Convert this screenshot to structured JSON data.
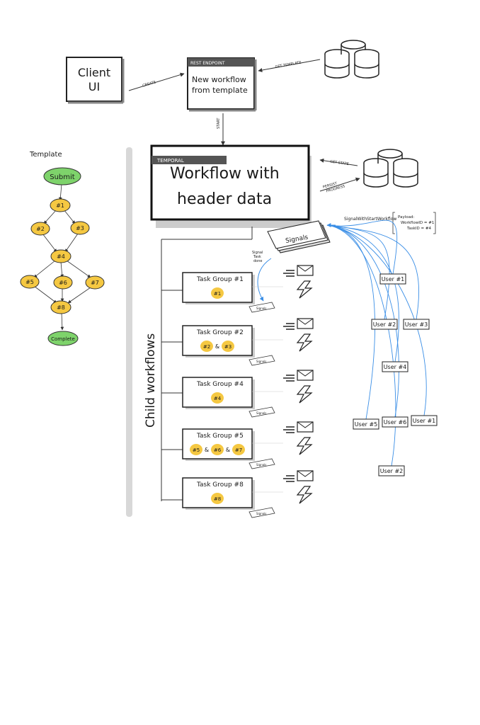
{
  "client_ui": "Client\nUI",
  "create_label": "CREATE",
  "rest_endpoint": {
    "tag": "REST ENDPOINT",
    "title": "New workflow\nfrom template"
  },
  "get_template_label": "GET TEMPLATE",
  "start_label": "START",
  "template": {
    "title": "Template",
    "submit": "Submit",
    "nodes": [
      "#1",
      "#2",
      "#3",
      "#4",
      "#5",
      "#6",
      "#7",
      "#8"
    ],
    "complete": "Complete"
  },
  "temporal": {
    "tag": "TEMPORAL",
    "title": "Workflow with\nheader data"
  },
  "get_state_label": "GET STATE",
  "persist_progress_label": "PERSIST\nPROGRESS",
  "signals_label": "Signals",
  "signal_payload": {
    "method": "SignalWithStartWorkflow",
    "payload": "Payload:",
    "workflow_id": "WorkflowID = #1",
    "task_id": "TaskID = #4"
  },
  "signal_task_done": "Signal\nTask\ndone",
  "child_workflows_label": "Child workflows",
  "task_groups": [
    {
      "title": "Task Group #1",
      "tasks": [
        "#1"
      ],
      "separator": ""
    },
    {
      "title": "Task Group #2",
      "tasks": [
        "#2",
        "#3"
      ],
      "separator": "&"
    },
    {
      "title": "Task Group #4",
      "tasks": [
        "#4"
      ],
      "separator": ""
    },
    {
      "title": "Task Group #5",
      "tasks": [
        "#5",
        "#6",
        "#7"
      ],
      "separator": "&"
    },
    {
      "title": "Task Group #8",
      "tasks": [
        "#8"
      ],
      "separator": ""
    }
  ],
  "signal_card_label": "Signals",
  "users": [
    "User #1",
    "User #2",
    "User #3",
    "User #4",
    "User #5",
    "User #6",
    "User #1",
    "User #2"
  ],
  "colors": {
    "task_fill": "#f5c842",
    "submit_fill": "#7ed36b",
    "blue": "#3a8ee6",
    "gray_tag": "#555555"
  }
}
